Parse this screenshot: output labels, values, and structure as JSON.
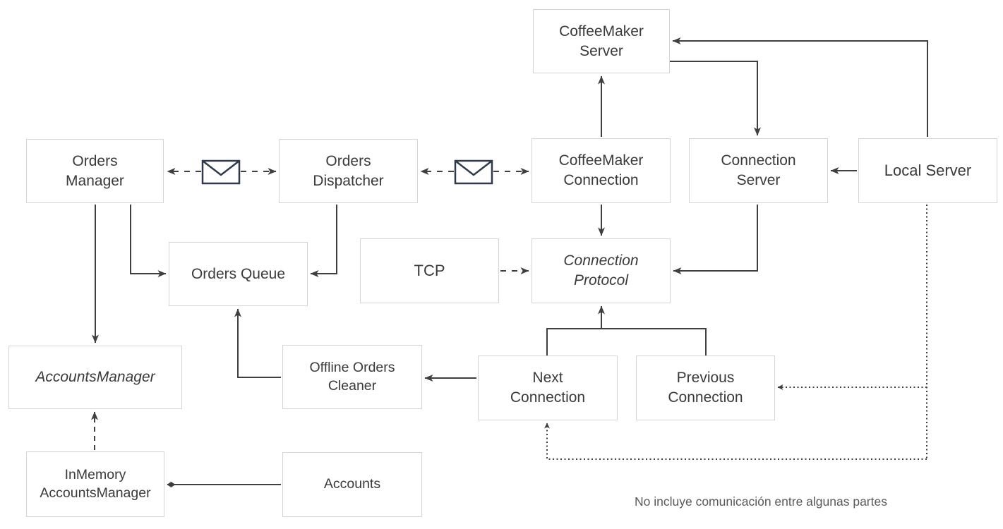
{
  "diagram": {
    "nodes": {
      "coffeemaker_server": {
        "label": "CoffeeMaker\nServer"
      },
      "orders_manager": {
        "label": "Orders\nManager"
      },
      "orders_dispatcher": {
        "label": "Orders\nDispatcher"
      },
      "coffeemaker_connection": {
        "label": "CoffeeMaker\nConnection"
      },
      "connection_server": {
        "label": "Connection\nServer"
      },
      "local_server": {
        "label": "Local Server"
      },
      "orders_queue": {
        "label": "Orders Queue"
      },
      "tcp": {
        "label": "TCP"
      },
      "connection_protocol": {
        "label": "Connection\nProtocol",
        "style": "italic"
      },
      "accounts_manager": {
        "label": "AccountsManager",
        "style": "italic"
      },
      "offline_orders_cleaner": {
        "label": "Offline Orders\nCleaner"
      },
      "next_connection": {
        "label": "Next\nConnection"
      },
      "previous_connection": {
        "label": "Previous\nConnection"
      },
      "inmemory_accounts_manager": {
        "label": "InMemory\nAccountsManager"
      },
      "accounts": {
        "label": "Accounts"
      }
    },
    "edges": [
      {
        "from": "orders_manager",
        "to": "orders_dispatcher",
        "style": "dashed-bidirectional",
        "icon": "envelope"
      },
      {
        "from": "orders_dispatcher",
        "to": "coffeemaker_connection",
        "style": "dashed-bidirectional",
        "icon": "envelope"
      },
      {
        "from": "coffeemaker_connection",
        "to": "coffeemaker_server",
        "style": "solid"
      },
      {
        "from": "coffeemaker_server",
        "to": "connection_server",
        "style": "solid"
      },
      {
        "from": "local_server",
        "to": "coffeemaker_server",
        "style": "solid"
      },
      {
        "from": "local_server",
        "to": "connection_server",
        "style": "solid"
      },
      {
        "from": "coffeemaker_connection",
        "to": "connection_protocol",
        "style": "solid"
      },
      {
        "from": "connection_server",
        "to": "connection_protocol",
        "style": "solid"
      },
      {
        "from": "tcp",
        "to": "connection_protocol",
        "style": "dashed"
      },
      {
        "from": "next_connection+previous_connection",
        "to": "connection_protocol",
        "style": "solid-tree"
      },
      {
        "from": "next_connection",
        "to": "offline_orders_cleaner",
        "style": "solid"
      },
      {
        "from": "offline_orders_cleaner",
        "to": "orders_queue",
        "style": "solid"
      },
      {
        "from": "orders_manager",
        "to": "orders_queue",
        "style": "solid"
      },
      {
        "from": "orders_dispatcher",
        "to": "orders_queue",
        "style": "solid"
      },
      {
        "from": "orders_manager",
        "to": "accounts_manager",
        "style": "solid"
      },
      {
        "from": "inmemory_accounts_manager",
        "to": "accounts_manager",
        "style": "dashed"
      },
      {
        "from": "accounts",
        "to": "inmemory_accounts_manager",
        "style": "solid-diamond"
      },
      {
        "from": "local_server",
        "to": "previous_connection",
        "style": "dotted"
      },
      {
        "from": "local_server",
        "to": "next_connection",
        "style": "dotted"
      }
    ],
    "caption": "No incluye comunicación entre algunas partes",
    "colors": {
      "line": "#3f3f3f",
      "box_border": "#d5d5d5",
      "box_fill": "#ffffff",
      "text": "#3a3a3a",
      "envelope": "#2f3b4c",
      "caption": "#595959"
    }
  }
}
